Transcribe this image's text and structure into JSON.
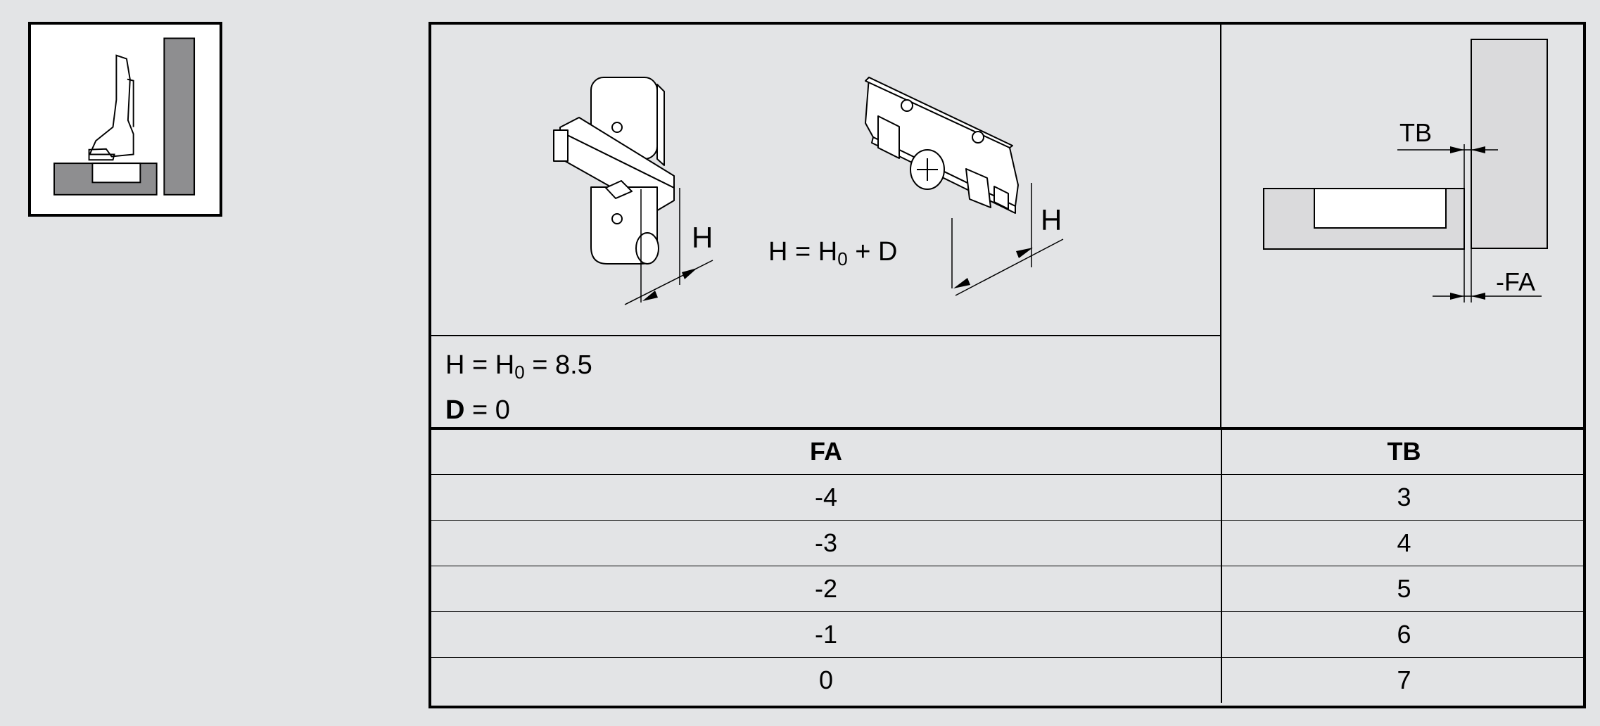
{
  "formula": {
    "h_prefix": "H = H",
    "h_sub": "0",
    "h_suffix": " + D"
  },
  "params": {
    "h_prefix": "H = H",
    "h_sub": "0",
    "h_value": " = 8.5",
    "d_label": "D",
    "d_value": " = 0"
  },
  "labels": {
    "h_left": "H",
    "h_right": "H",
    "tb": "TB",
    "fa": "-FA"
  },
  "table": {
    "headers": [
      "FA",
      "TB"
    ],
    "rows": [
      [
        "-4",
        "3"
      ],
      [
        "-3",
        "4"
      ],
      [
        "-2",
        "5"
      ],
      [
        "-1",
        "6"
      ],
      [
        "0",
        "7"
      ]
    ]
  },
  "colors": {
    "background": "#e3e4e6",
    "panel_gray": "#9a9a9c",
    "line": "#000000"
  }
}
